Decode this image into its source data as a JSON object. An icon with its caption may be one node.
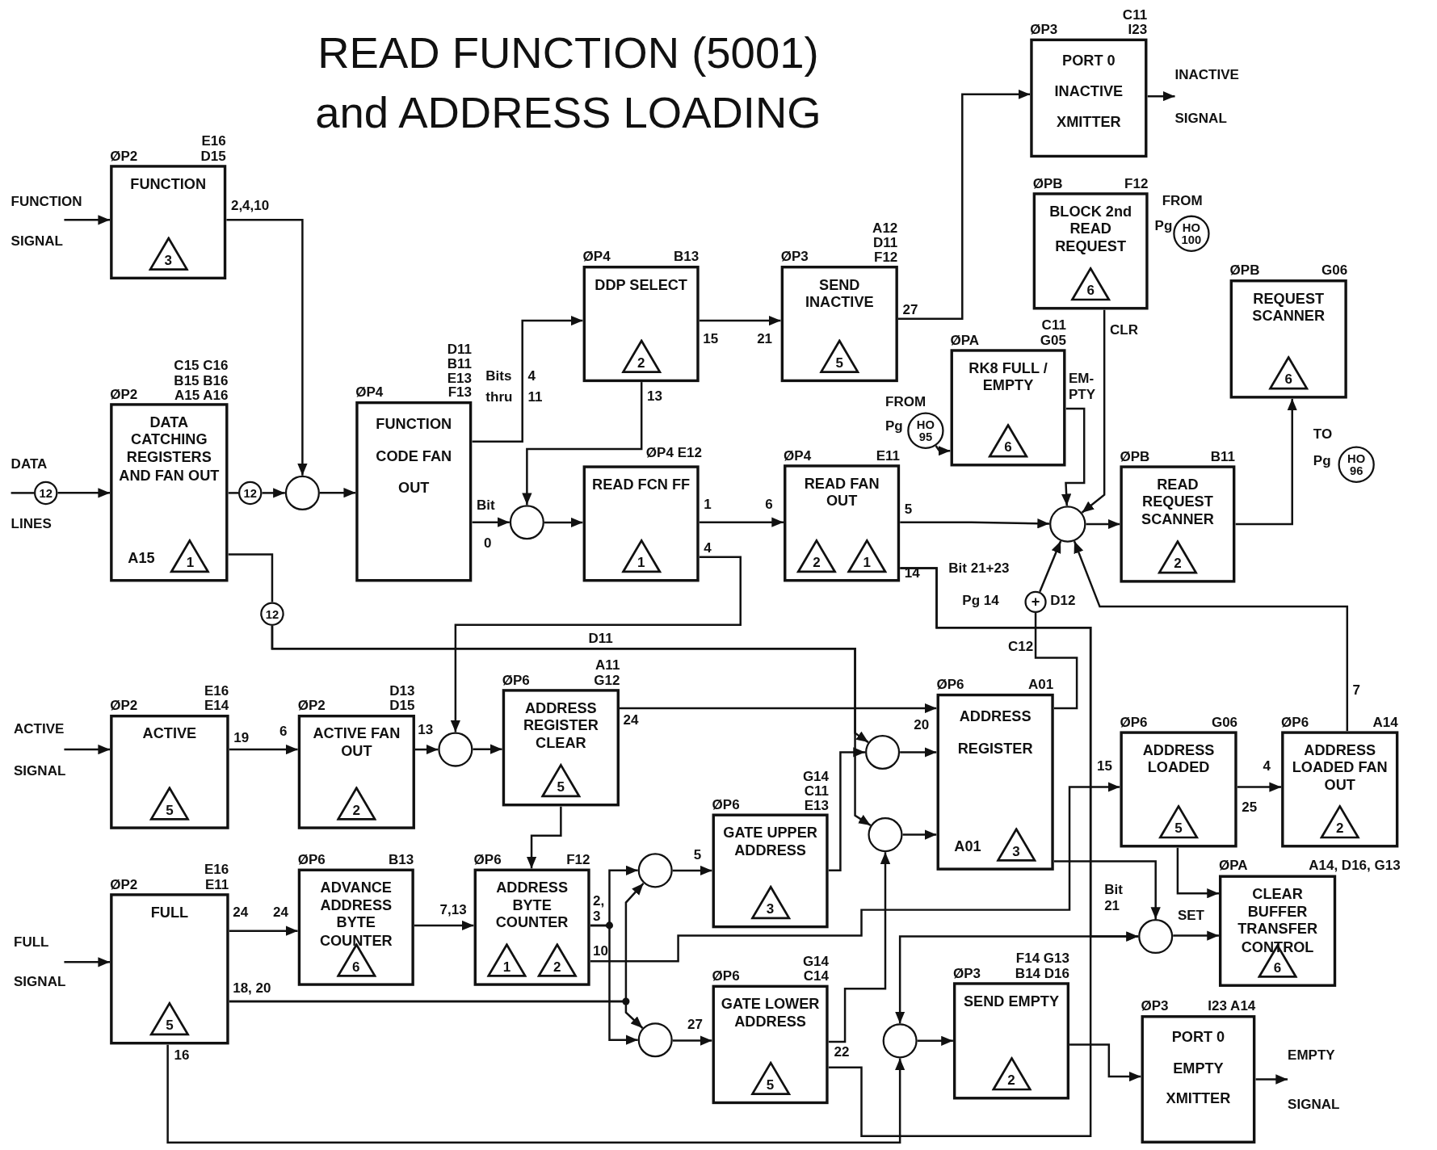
{
  "diagram": {
    "title": "READ FUNCTION (5001) and ADDRESS LOADING",
    "nodes": [
      {
        "text": [
          "FUNCTION",
          "3"
        ],
        "beside": [
          "ØP2",
          "E16 D15"
        ]
      },
      {
        "text": [
          "DATA CATCHING REGISTERS AND FAN OUT",
          "A15",
          "1"
        ],
        "beside": [
          "ØP2",
          "C15 C16 B15 B16 A15 A16"
        ]
      },
      {
        "text": [
          "12"
        ]
      },
      {
        "text": [
          "12"
        ]
      },
      {
        "text": [],
        "shape": "circle"
      },
      {
        "text": [
          "FUNCTION CODE FAN OUT"
        ],
        "beside": [
          "ØP4",
          "D11 B11 E13 F13"
        ]
      },
      {
        "text": [
          "12"
        ]
      },
      {
        "text": [
          "DDP SELECT",
          "2"
        ],
        "beside": [
          "ØP4",
          "B13"
        ]
      },
      {
        "text": [],
        "shape": "circle"
      },
      {
        "text": [
          "READ FCN FF",
          "1"
        ],
        "beside": [
          "ØP4 E12"
        ]
      },
      {
        "text": [
          "SEND INACTIVE",
          "5"
        ],
        "beside": [
          "ØP3",
          "A12 D11 F12"
        ]
      },
      {
        "text": [
          "READ FAN OUT",
          "2",
          "1"
        ],
        "beside": [
          "ØP4",
          "E11"
        ]
      },
      {
        "text": [
          "PORT 0 INACTIVE XMITTER"
        ],
        "beside": [
          "ØP3",
          "C11 I23"
        ]
      },
      {
        "text": [
          "BLOCK 2nd READ REQUEST",
          "6"
        ],
        "beside": [
          "ØPB",
          "F12"
        ]
      },
      {
        "text": [
          "HO 100"
        ],
        "beside": [
          "FROM",
          "Pg"
        ]
      },
      {
        "text": [
          "RK8 FULL / EMPTY",
          "6"
        ],
        "beside": [
          "ØPA",
          "C11 G05"
        ]
      },
      {
        "text": [
          "HO 95"
        ],
        "beside": [
          "FROM",
          "Pg"
        ]
      },
      {
        "text": [
          "REQUEST SCANNER",
          "6"
        ],
        "beside": [
          "ØPB",
          "G06"
        ]
      },
      {
        "text": [],
        "shape": "circle"
      },
      {
        "text": [
          "READ REQUEST SCANNER",
          "2"
        ],
        "beside": [
          "ØPB",
          "B11"
        ]
      },
      {
        "text": [
          "HO 96"
        ],
        "beside": [
          "TO",
          "Pg"
        ]
      },
      {
        "text": [
          "+"
        ],
        "beside": [
          "Bit 21+23",
          "Pg 14",
          "D12"
        ]
      },
      {
        "text": [
          "ACTIVE",
          "5"
        ],
        "beside": [
          "ØP2",
          "E16 E14"
        ]
      },
      {
        "text": [
          "ACTIVE FAN OUT",
          "2"
        ],
        "beside": [
          "ØP2",
          "D13 D15"
        ]
      },
      {
        "text": [],
        "shape": "circle"
      },
      {
        "text": [
          "ADDRESS REGISTER CLEAR",
          "5"
        ],
        "beside": [
          "ØP6",
          "A11 G12"
        ]
      },
      {
        "text": [],
        "shape": "circle"
      },
      {
        "text": [],
        "shape": "circle"
      },
      {
        "text": [
          "ADDRESS REGISTER",
          "A01",
          "3"
        ],
        "beside": [
          "ØP6",
          "A01"
        ]
      },
      {
        "text": [
          "ADDRESS LOADED",
          "5"
        ],
        "beside": [
          "ØP6",
          "G06"
        ]
      },
      {
        "text": [
          "ADDRESS LOADED FAN OUT",
          "2"
        ],
        "beside": [
          "ØP6",
          "A14"
        ]
      },
      {
        "text": [
          "FULL",
          "5"
        ],
        "beside": [
          "ØP2",
          "E16 E11"
        ]
      },
      {
        "text": [
          "ADVANCE ADDRESS BYTE COUNTER",
          "6"
        ],
        "beside": [
          "ØP6",
          "B13"
        ]
      },
      {
        "text": [
          "ADDRESS BYTE COUNTER",
          "1",
          "2"
        ],
        "beside": [
          "ØP6",
          "F12"
        ]
      },
      {
        "text": [],
        "shape": "circle"
      },
      {
        "text": [
          "GATE UPPER ADDRESS",
          "3"
        ],
        "beside": [
          "ØP6",
          "G14 C11 E13"
        ]
      },
      {
        "text": [],
        "shape": "circle"
      },
      {
        "text": [
          "GATE LOWER ADDRESS",
          "5"
        ],
        "beside": [
          "ØP6",
          "G14 C14"
        ]
      },
      {
        "text": [],
        "shape": "circle"
      },
      {
        "text": [
          "SEND EMPTY",
          "2"
        ],
        "beside": [
          "ØP3",
          "F14 G13 B14 D16"
        ]
      },
      {
        "text": [],
        "shape": "circle"
      },
      {
        "text": [
          "CLEAR BUFFER TRANSFER CONTROL",
          "6"
        ],
        "beside": [
          "ØPA",
          "A14, D16, G13"
        ]
      },
      {
        "text": [
          "PORT 0 EMPTY XMITTER"
        ],
        "beside": [
          "ØP3",
          "I23 A14"
        ]
      },
      {
        "text": [
          "INACTIVE",
          "SIGNAL"
        ]
      },
      {
        "text": [
          "EMPTY",
          "SIGNAL"
        ]
      }
    ],
    "edges": [
      {
        "from": null,
        "to": 0,
        "arrow": "to"
      },
      {
        "from": null,
        "to": 2,
        "arrow": "none"
      },
      {
        "from": 2,
        "to": 1,
        "arrow": "to"
      },
      {
        "from": 1,
        "to": 3,
        "arrow": "none"
      },
      {
        "from": 3,
        "to": 4,
        "arrow": "to"
      },
      {
        "from": 0,
        "to": 4,
        "arrow": "to"
      },
      {
        "from": 4,
        "to": 5,
        "arrow": "to"
      },
      {
        "from": 1,
        "to": 6,
        "arrow": "none"
      },
      {
        "from": 6,
        "to": 26,
        "arrow": "to",
        "label": "D11"
      },
      {
        "from": 6,
        "to": 27,
        "arrow": "to"
      },
      {
        "from": 5,
        "to": 7,
        "arrow": "to"
      },
      {
        "from": 5,
        "to": 8,
        "arrow": "to"
      },
      {
        "from": 7,
        "to": 8,
        "arrow": "to"
      },
      {
        "from": 8,
        "to": 9,
        "arrow": "to"
      },
      {
        "from": 7,
        "to": 10,
        "arrow": "to"
      },
      {
        "from": 10,
        "to": 12,
        "arrow": "to"
      },
      {
        "from": 12,
        "to": 43,
        "arrow": "to"
      },
      {
        "from": 9,
        "to": 11,
        "arrow": "to"
      },
      {
        "from": 9,
        "to": 24,
        "arrow": "to"
      },
      {
        "from": 11,
        "to": 18,
        "arrow": "to"
      },
      {
        "from": 15,
        "to": 18,
        "arrow": "to"
      },
      {
        "from": 13,
        "to": 18,
        "arrow": "to"
      },
      {
        "from": 16,
        "to": 15,
        "arrow": "to"
      },
      {
        "from": 21,
        "to": 18,
        "arrow": "to"
      },
      {
        "from": 30,
        "to": 18,
        "arrow": "to"
      },
      {
        "from": 18,
        "to": 19,
        "arrow": "to"
      },
      {
        "from": 19,
        "to": 17,
        "arrow": "to"
      },
      {
        "from": 11,
        "to": 40,
        "arrow": "to"
      },
      {
        "from": 11,
        "to": 38,
        "arrow": "to"
      },
      {
        "from": 37,
        "to": 40,
        "arrow": "to"
      },
      {
        "from": 31,
        "to": 38,
        "arrow": "to"
      },
      {
        "from": 28,
        "to": 21,
        "arrow": "none"
      },
      {
        "from": 28,
        "to": 40,
        "arrow": "to"
      },
      {
        "from": 40,
        "to": 41,
        "arrow": "to",
        "label": "SET"
      },
      {
        "from": 25,
        "to": 28,
        "arrow": "to"
      },
      {
        "from": 22,
        "to": 23,
        "arrow": "to"
      },
      {
        "from": 23,
        "to": 24,
        "arrow": "to"
      },
      {
        "from": 24,
        "to": 25,
        "arrow": "to"
      },
      {
        "from": 25,
        "to": 33,
        "arrow": "to"
      },
      {
        "from": null,
        "to": 22,
        "arrow": "to"
      },
      {
        "from": null,
        "to": 31,
        "arrow": "to"
      },
      {
        "from": 31,
        "to": 32,
        "arrow": "to"
      },
      {
        "from": 32,
        "to": 33,
        "arrow": "to"
      },
      {
        "from": 33,
        "to": 34,
        "arrow": "to"
      },
      {
        "from": 33,
        "to": 36,
        "arrow": "to"
      },
      {
        "from": 31,
        "to": 34,
        "arrow": "to"
      },
      {
        "from": 31,
        "to": 36,
        "arrow": "to"
      },
      {
        "from": 34,
        "to": 35,
        "arrow": "to"
      },
      {
        "from": 36,
        "to": 37,
        "arrow": "to"
      },
      {
        "from": 33,
        "to": 29,
        "arrow": "to"
      },
      {
        "from": 35,
        "to": 26,
        "arrow": "to"
      },
      {
        "from": 37,
        "to": 27,
        "arrow": "to"
      },
      {
        "from": 26,
        "to": 28,
        "arrow": "to"
      },
      {
        "from": 27,
        "to": 28,
        "arrow": "to"
      },
      {
        "from": 29,
        "to": 30,
        "arrow": "to"
      },
      {
        "from": 29,
        "to": 41,
        "arrow": "to"
      },
      {
        "from": 38,
        "to": 39,
        "arrow": "to"
      },
      {
        "from": 39,
        "to": 42,
        "arrow": "to"
      },
      {
        "from": 42,
        "to": 44,
        "arrow": "to"
      }
    ],
    "labels": [
      "FUNCTION",
      "SIGNAL",
      "2,4,10",
      "Bits",
      "4",
      "thru",
      "11",
      "15",
      "21",
      "27",
      "CLR",
      "EM- PTY",
      "13",
      "DATA",
      "LINES",
      "Bit",
      "0",
      "1",
      "6",
      "5",
      "4",
      "14",
      "C12",
      "ACTIVE",
      "SIGNAL",
      "7",
      "24",
      "20",
      "19",
      "6",
      "13",
      "15",
      "4",
      "25",
      "5",
      "24",
      "24",
      "7,13",
      "2, 3",
      "Bit 21",
      "FULL",
      "SIGNAL",
      "10",
      "18, 20",
      "27",
      "16",
      "22"
    ]
  }
}
